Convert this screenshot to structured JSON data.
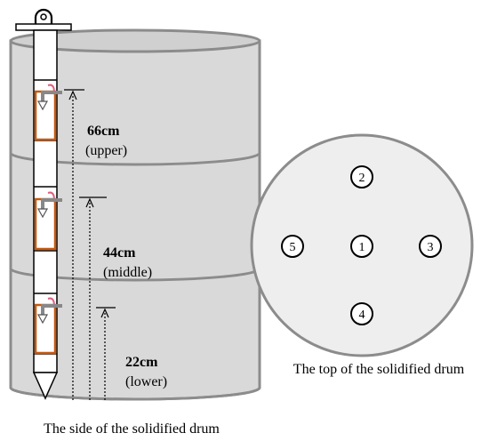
{
  "side_view": {
    "caption": "The side of the solidified drum",
    "heights": [
      {
        "value": "66cm",
        "label": "(upper)"
      },
      {
        "value": "44cm",
        "label": "(middle)"
      },
      {
        "value": "22cm",
        "label": "(lower)"
      }
    ]
  },
  "top_view": {
    "caption": "The top of the solidified drum",
    "positions": [
      "1",
      "2",
      "3",
      "4",
      "5"
    ]
  },
  "colors": {
    "drum_fill": "#d9d9d9",
    "drum_stroke": "#8c8c8c",
    "top_fill": "#eeeeee",
    "sampler_orange": "#c55a11",
    "sampler_pink": "#e06080"
  }
}
